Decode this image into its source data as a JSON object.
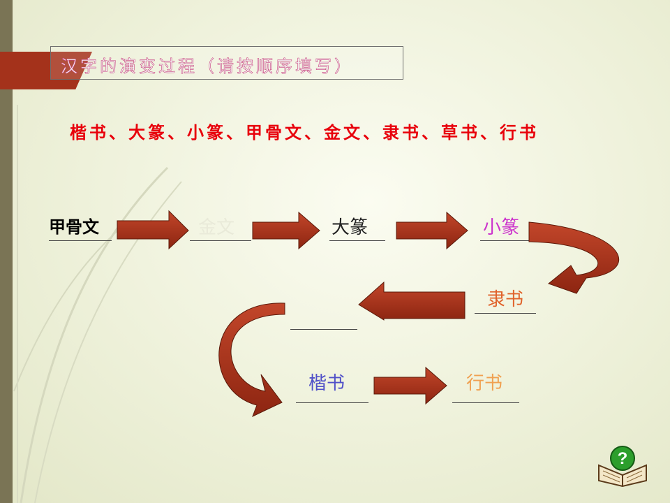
{
  "slide": {
    "title": "汉字的演变过程（请按顺序填写）",
    "prompt": "楷书、大篆、小篆、甲骨文、金文、隶书、草书、行书",
    "answers": {
      "a1": "甲骨文",
      "a2": "金文",
      "a3": "大篆",
      "a4": "小篆",
      "a5": "隶书",
      "a6": "",
      "a7": "楷书",
      "a8": "行书"
    },
    "colors": {
      "arrow": "#a9321a",
      "prompt": "#e8000b",
      "a2": "#e9ead9",
      "a4": "#cc33cc",
      "a5": "#e0622a",
      "a7": "#5050c8",
      "a8": "#f0a050"
    },
    "icons": {
      "help": "question-book-icon"
    }
  }
}
